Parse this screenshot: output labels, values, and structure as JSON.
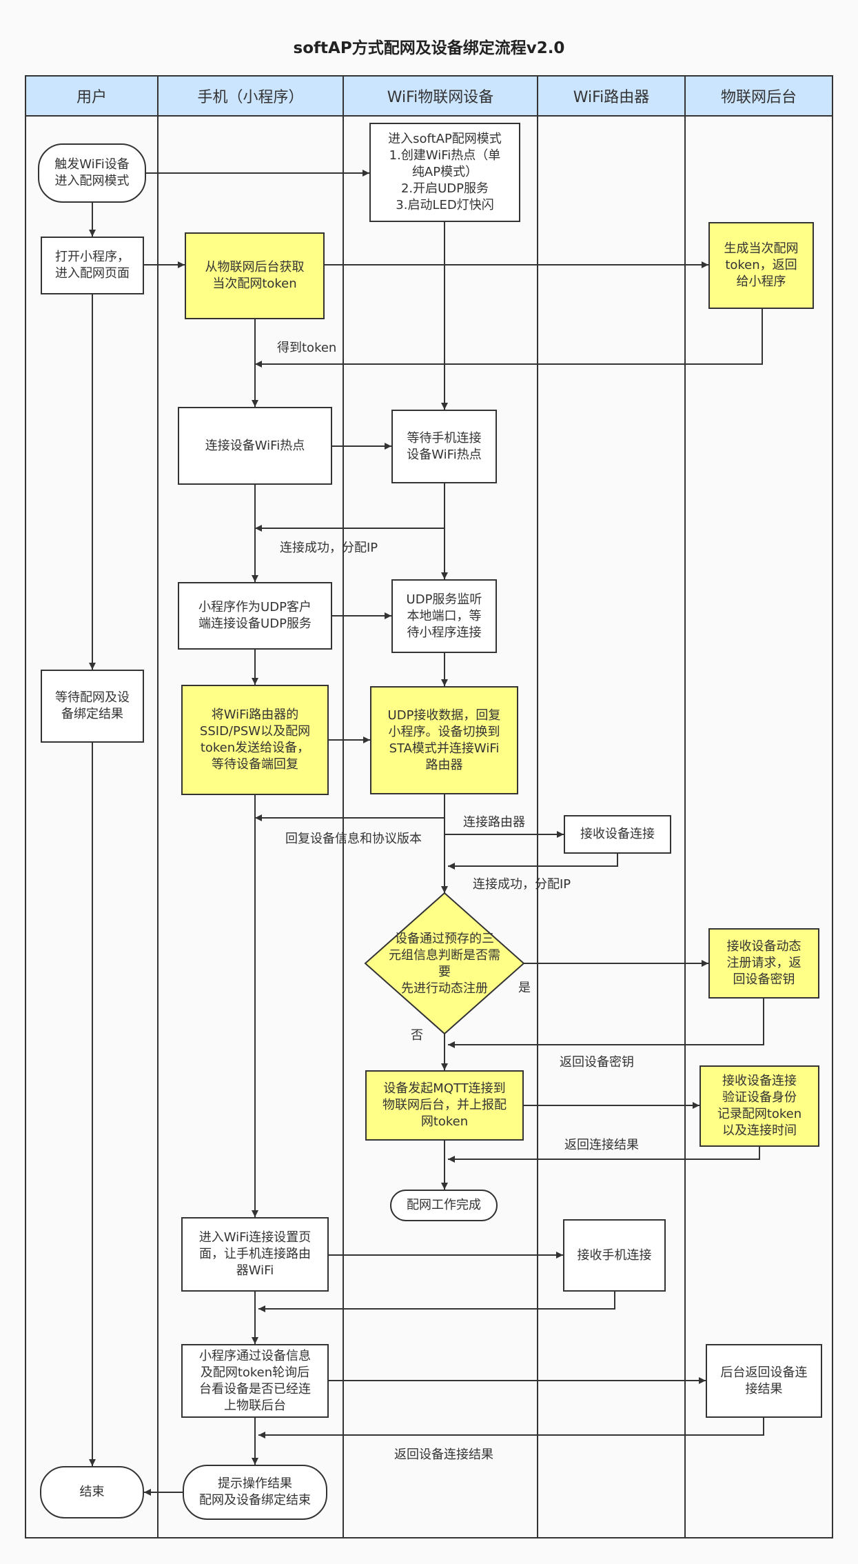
{
  "title": "softAP方式配网及设备绑定流程v2.0",
  "colors": {
    "header_fill": "#cce5ff",
    "highlight_fill": "#ffff88",
    "line": "#333333",
    "background": "#fafafa"
  },
  "lanes": [
    "用户",
    "手机（小程序）",
    "WiFi物联网设备",
    "WiFi路由器",
    "物联网后台"
  ],
  "nodes": {
    "user_trigger": "触发WiFi设备\n进入配网模式",
    "user_open": "打开小程序，\n进入配网页面",
    "user_wait": "等待配网及设\n备绑定结果",
    "user_end": "结束",
    "phone_get_token": "从物联网后台获取\n当次配网token",
    "phone_connect_hotspot": "连接设备WiFi热点",
    "phone_udp_client": "小程序作为UDP客户\n端连接设备UDP服务",
    "phone_send_ssid": "将WiFi路由器的\nSSID/PSW以及配网\ntoken发送给设备，\n等待设备端回复",
    "phone_wifi_settings": "进入WiFi连接设置页\n面，让手机连接路由\n器WiFi",
    "phone_poll": "小程序通过设备信息\n及配网token轮询后\n台看设备是否已经连\n上物联后台",
    "phone_result": "提示操作结果\n配网及设备绑定结束",
    "dev_softap": "进入softAP配网模式\n1.创建WiFi热点（单\n纯AP模式）\n2.开启UDP服务\n3.启动LED灯快闪",
    "dev_wait_phone": "等待手机连接\n设备WiFi热点",
    "dev_udp_listen": "UDP服务监听\n本地端口，等\n待小程序连接",
    "dev_udp_recv": "UDP接收数据，回复\n小程序。设备切换到\nSTA模式并连接WiFi\n路由器",
    "dev_decision": "设备通过预存的三\n元组信息判断是否需要\n先进行动态注册",
    "dev_mqtt": "设备发起MQTT连接到\n物联网后台，并上报配\n网token",
    "dev_done": "配网工作完成",
    "router_accept_dev": "接收设备连接",
    "router_accept_phone": "接收手机连接",
    "cloud_gen_token": "生成当次配网\ntoken，返回\n给小程序",
    "cloud_dyn_reg": "接收设备动态\n注册请求，返\n回设备密钥",
    "cloud_verify": "接收设备连接\n验证设备身份\n记录配网token\n以及连接时间",
    "cloud_return_result": "后台返回设备连\n接结果"
  },
  "labels": {
    "got_token": "得到token",
    "connected_ip": "连接成功，分配IP",
    "reply_info": "回复设备信息和协议版本",
    "connect_router": "连接路由器",
    "connected_ip_2": "连接成功，分配IP",
    "yes": "是",
    "no": "否",
    "return_key": "返回设备密钥",
    "return_conn": "返回连接结果",
    "return_dev_conn": "返回设备连接结果"
  }
}
